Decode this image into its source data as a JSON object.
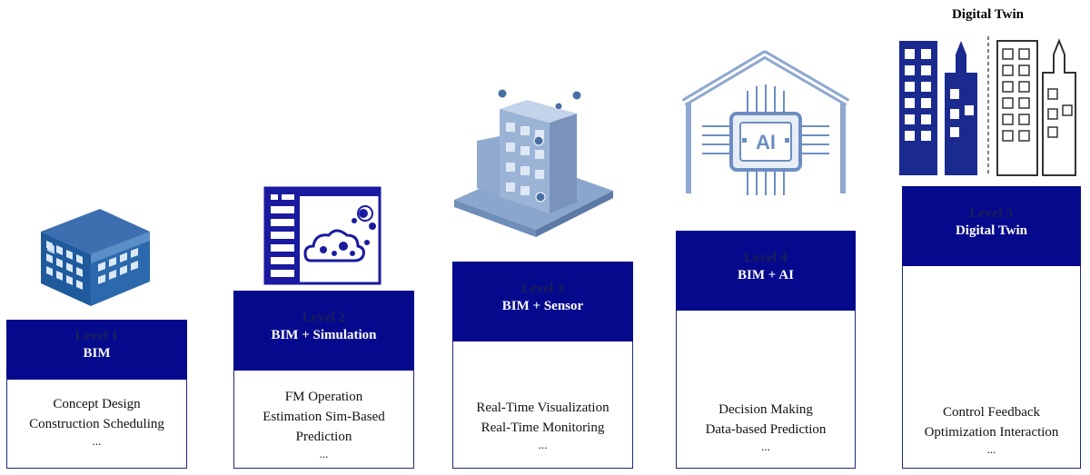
{
  "title": "Digital Twin",
  "levels": [
    {
      "level": "Level 1",
      "name": "BIM",
      "lines": [
        "Concept Design",
        "Construction Scheduling",
        "..."
      ],
      "icon": "isometric-building-icon"
    },
    {
      "level": "Level 2",
      "name": "BIM + Simulation",
      "lines": [
        "FM Operation",
        "Estimation Sim-Based",
        "Prediction",
        "..."
      ],
      "icon": "simulation-screen-icon"
    },
    {
      "level": "Level 3",
      "name": "BIM + Sensor",
      "lines": [
        "Real-Time Visualization",
        "Real-Time Monitoring",
        "..."
      ],
      "icon": "sensor-building-icon"
    },
    {
      "level": "Level 4",
      "name": "BIM + AI",
      "lines": [
        "Decision Making",
        "Data-based Prediction",
        "..."
      ],
      "icon": "ai-chip-house-icon"
    },
    {
      "level": "Level 5",
      "name": "Digital Twin",
      "lines": [
        "Control Feedback",
        "Optimization Interaction",
        "..."
      ],
      "icon": "twin-buildings-icon"
    }
  ],
  "colors": {
    "header": "#050a8c",
    "border": "#1f2a7a",
    "icon_blue": "#1a2a8f",
    "icon_light": "#7f9bc6"
  }
}
